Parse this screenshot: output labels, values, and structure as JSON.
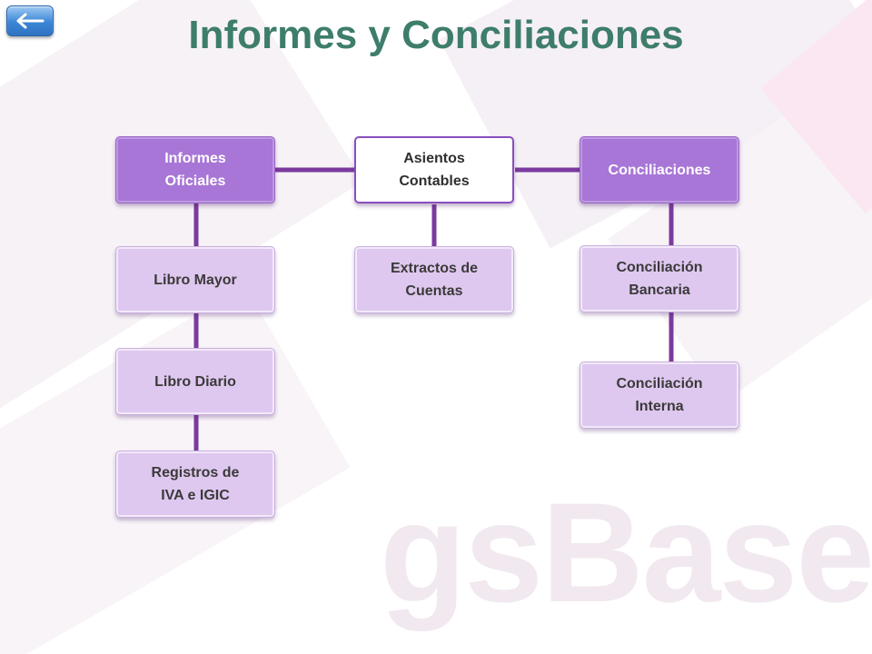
{
  "page": {
    "title": "Informes y Conciliaciones",
    "watermark": "gsBase"
  },
  "navigation": {
    "back_icon": "left-arrow-icon"
  },
  "colors": {
    "title": "#3e7d6b",
    "primary_node": "#a876d6",
    "child_node": "#dfc8ef",
    "connector": "#7b3a9e"
  },
  "diagram": {
    "root": {
      "label": "Asientos\nContables"
    },
    "branches": {
      "informes": {
        "label": "Informes\nOficiales",
        "children": [
          {
            "label": "Libro Mayor"
          },
          {
            "label": "Libro Diario"
          },
          {
            "label": "Registros de\nIVA e IGIC"
          }
        ]
      },
      "asientos": {
        "children": [
          {
            "label": "Extractos de\nCuentas"
          }
        ]
      },
      "conciliaciones": {
        "label": "Conciliaciones",
        "children": [
          {
            "label": "Conciliación\nBancaria"
          },
          {
            "label": "Conciliación\nInterna"
          }
        ]
      }
    }
  }
}
